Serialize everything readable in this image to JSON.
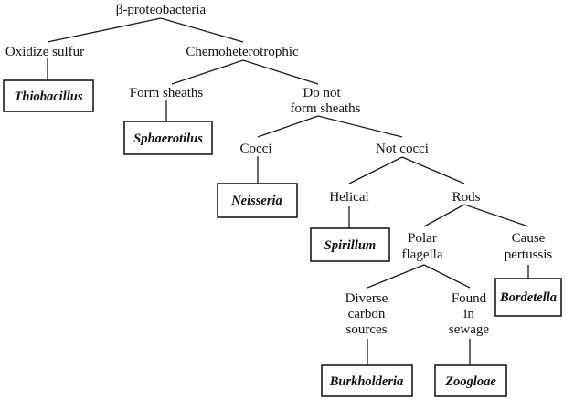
{
  "diagram": {
    "root": "β-proteobacteria",
    "nodes": {
      "oxidize_sulfur": "Oxidize sulfur",
      "chemoheterotrophic": "Chemoheterotrophic",
      "form_sheaths": "Form sheaths",
      "do_not_line1": "Do not",
      "do_not_line2": "form sheaths",
      "cocci": "Cocci",
      "not_cocci": "Not cocci",
      "helical": "Helical",
      "rods": "Rods",
      "polar_line1": "Polar",
      "polar_line2": "flagella",
      "cause_line1": "Cause",
      "cause_line2": "pertussis",
      "diverse_line1": "Diverse",
      "diverse_line2": "carbon",
      "diverse_line3": "sources",
      "found_line1": "Found",
      "found_line2": "in",
      "found_line3": "sewage"
    },
    "genera": {
      "thiobacillus": "Thiobacillus",
      "sphaerotilus": "Sphaerotilus",
      "neisseria": "Neisseria",
      "spirillum": "Spirillum",
      "bordetella": "Bordetella",
      "burkholderia": "Burkholderia",
      "zoogloae": "Zoogloae"
    }
  }
}
